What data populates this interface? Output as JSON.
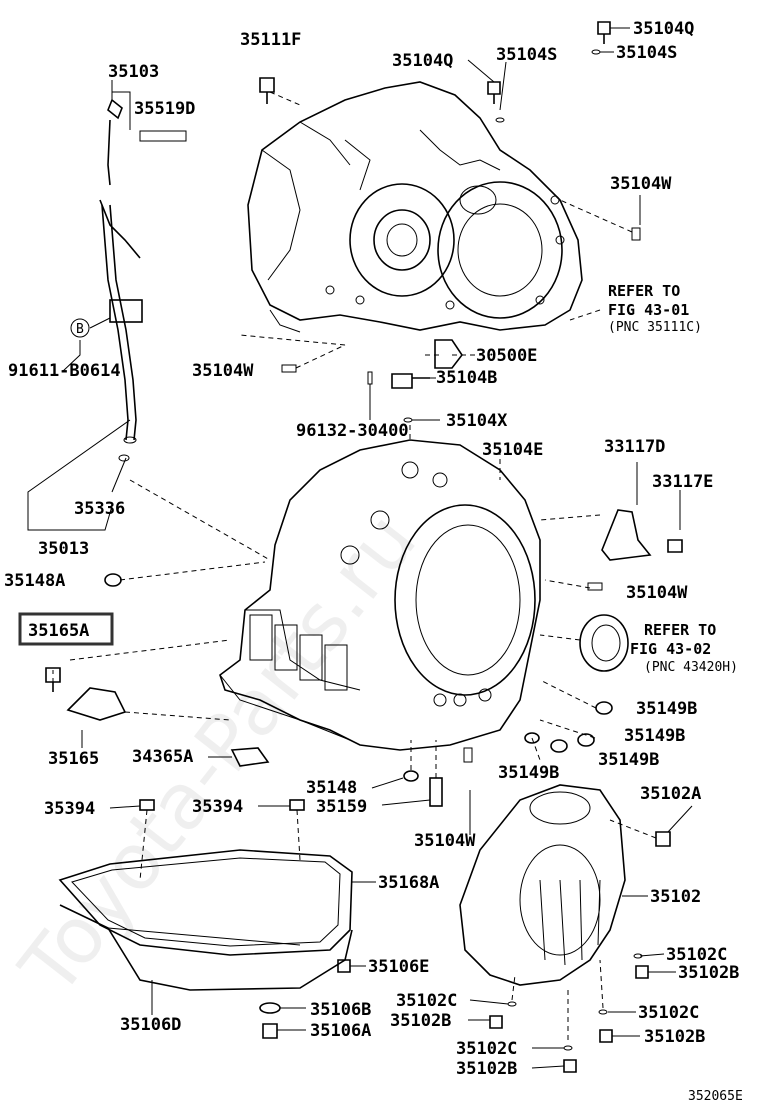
{
  "watermark": "Toyota-Parts.ru",
  "figure_id": "352065E",
  "highlighted_part": "35165A",
  "labels": {
    "p35111F": "35111F",
    "p35104Q_top": "35104Q",
    "p35104S_top": "35104S",
    "p35104Q_mid": "35104Q",
    "p35104S_mid": "35104S",
    "p35103": "35103",
    "p35519D": "35519D",
    "p35104W_1": "35104W",
    "ref1_line1": "REFER TO",
    "ref1_line2": "FIG 43-01",
    "ref1_line3": "(PNC 35111C)",
    "p91611": "91611-B0614",
    "circleB": "B",
    "p30500E": "30500E",
    "p35104W_2": "35104W",
    "p35104B": "35104B",
    "p96132": "96132-30400",
    "p35104X": "35104X",
    "p35104E": "35104E",
    "p33117D": "33117D",
    "p33117E": "33117E",
    "p35336": "35336",
    "p35013": "35013",
    "p35148A": "35148A",
    "p35104W_3": "35104W",
    "p35165A": "35165A",
    "ref2_line1": "REFER TO",
    "ref2_line2": "FIG 43-02",
    "ref2_line3": "(PNC 43420H)",
    "p35149B_1": "35149B",
    "p35165": "35165",
    "p34365A": "34365A",
    "p35149B_2": "35149B",
    "p35149B_3": "35149B",
    "p35149B_4": "35149B",
    "p35148": "35148",
    "p35159": "35159",
    "p35102A": "35102A",
    "p35394_1": "35394",
    "p35394_2": "35394",
    "p35104W_4": "35104W",
    "p35168A": "35168A",
    "p35102": "35102",
    "p35102C_1": "35102C",
    "p35106E": "35106E",
    "p35102B_1": "35102B",
    "p35106B": "35106B",
    "p35102C_2": "35102C",
    "p35102C_3": "35102C",
    "p35106D": "35106D",
    "p35106A": "35106A",
    "p35102B_2": "35102B",
    "p35102B_3": "35102B",
    "p35102C_4": "35102C",
    "p35102B_4": "35102B"
  }
}
